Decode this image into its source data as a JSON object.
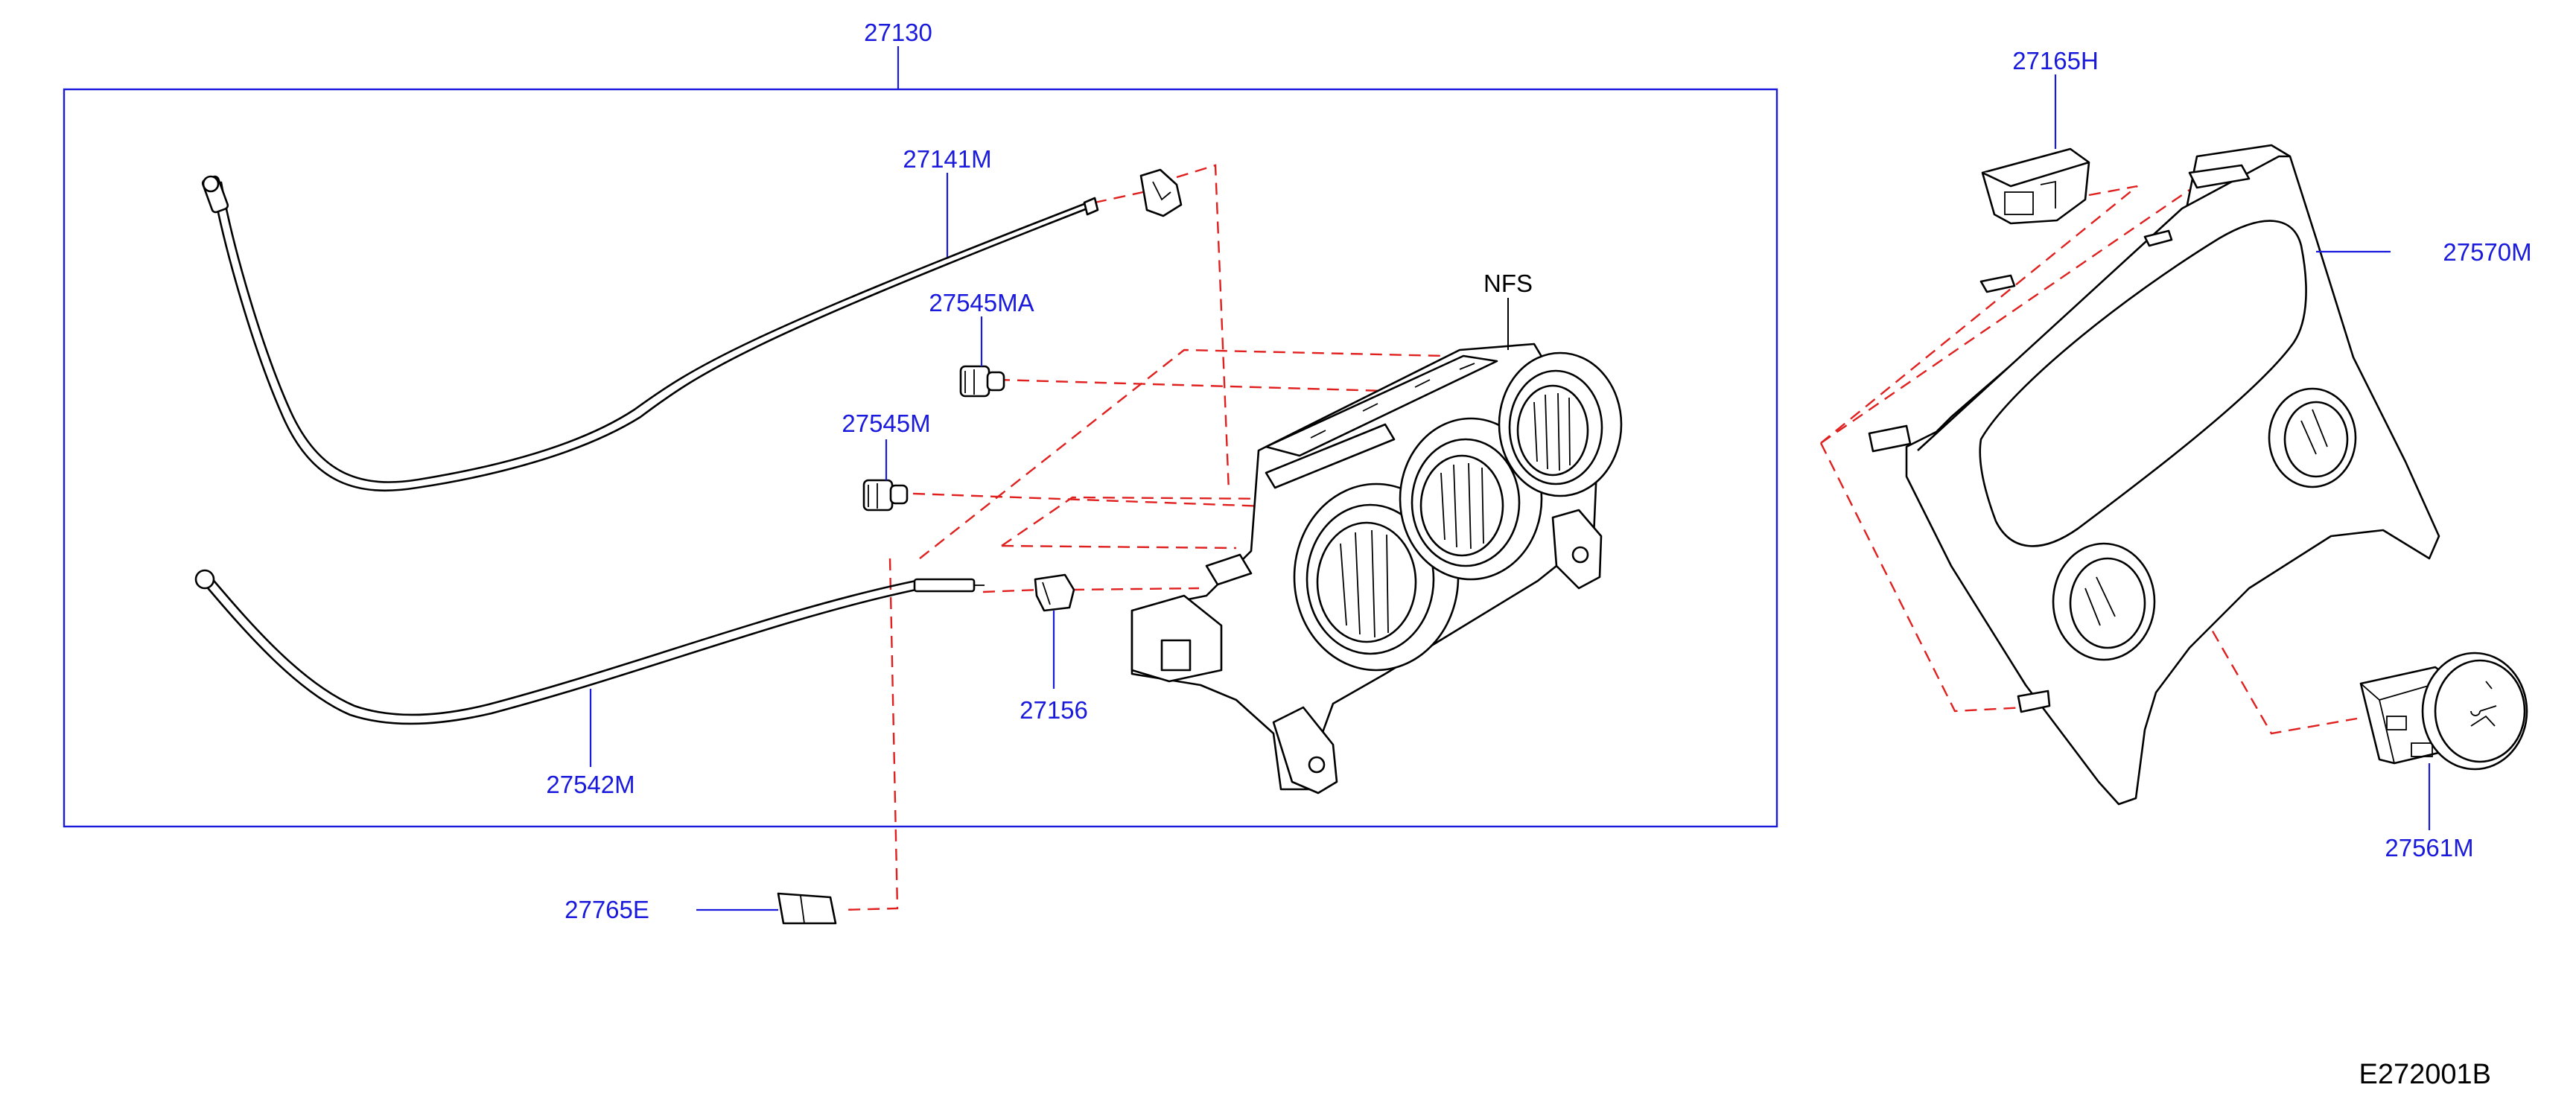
{
  "diagram": {
    "assembly_label": "27130",
    "figure_code": "E272001B",
    "labels": {
      "p27141M": "27141M",
      "p27545MA": "27545MA",
      "p27545M": "27545M",
      "p27156": "27156",
      "p27542M": "27542M",
      "p27765E": "27765E",
      "nfs": "NFS",
      "p27165H": "27165H",
      "p27570M": "27570M",
      "p27561M": "27561M"
    },
    "colors": {
      "callout_text": "#1a1adc",
      "phantom_line": "#e0201e",
      "part_outline": "#000000"
    }
  }
}
